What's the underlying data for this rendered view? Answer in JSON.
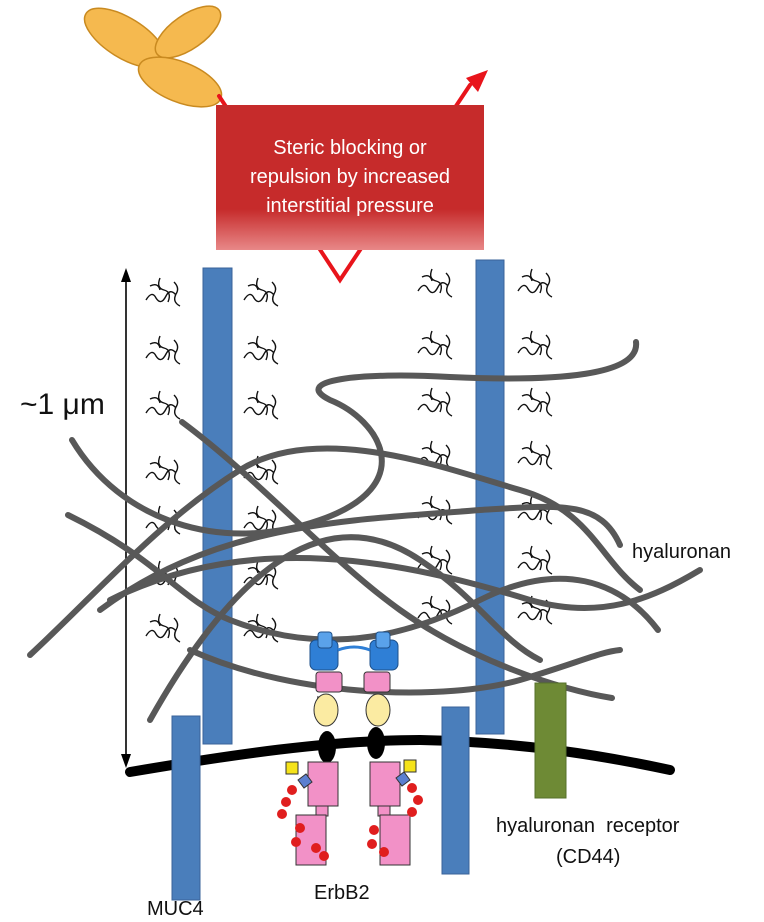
{
  "callout": {
    "text": "Steric blocking or repulsion by increased interstitial pressure"
  },
  "labels": {
    "scale": "~1 μm",
    "hyaluronan": "hyaluronan",
    "receptor_line1": "hyaluronan  receptor",
    "receptor_line2": "(CD44)",
    "muc4": "MUC4",
    "erbb2": "ErbB2"
  },
  "colors": {
    "antibody": "#f5b94f",
    "callout": "#c62b2b",
    "arrow": "#e8141b",
    "muc4": "#4a7ebb",
    "hyaluronan": "#585858",
    "membrane": "#000000",
    "cd44": "#6e8a35",
    "erbb2_domain": "#f291c7",
    "erbb2_domain2": "#1f6fbf",
    "erbb2_domain3": "#fbeba2",
    "glycan_red": "#e01e1e",
    "glycan_yellow": "#f5e31a",
    "glycan_blue": "#5b7fd0"
  }
}
